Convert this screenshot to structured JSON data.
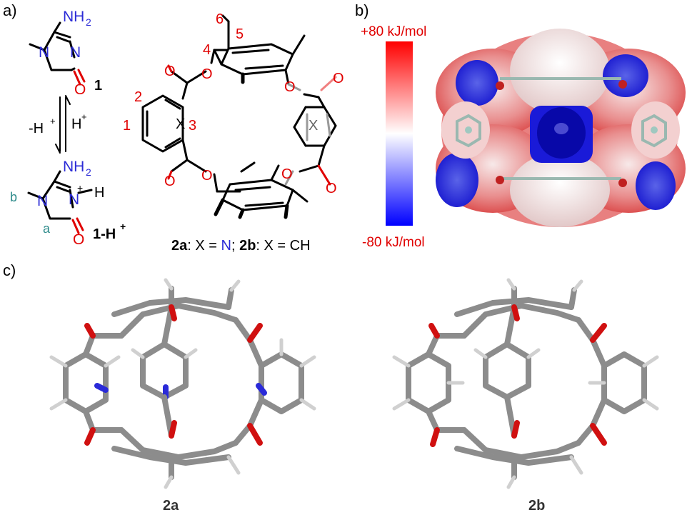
{
  "panels": {
    "a": "a)",
    "b": "b)",
    "c": "c)"
  },
  "scheme": {
    "nh2": "NH",
    "nh2_sub": "2",
    "n1": "N",
    "n2": "N",
    "o": "O",
    "cmpd1": "1",
    "minus_h": "-H",
    "plus_h": "H",
    "plus_sup": "+",
    "n3": "N",
    "n4": "N",
    "h": "H",
    "o2": "O",
    "lab_b": "b",
    "lab_a": "a",
    "cmpd1h": "1-H",
    "cmpd1h_sup": "+"
  },
  "macrocycle": {
    "numbers": [
      "1",
      "2",
      "3",
      "4",
      "5",
      "6"
    ],
    "o_labels": [
      "O",
      "O",
      "O",
      "O",
      "O",
      "O",
      "O",
      "O"
    ],
    "x_label": "X",
    "caption_2a": "2a",
    "caption_mid1": ": X = ",
    "caption_n": "N",
    "caption_sep": "; ",
    "caption_2b": "2b",
    "caption_mid2": ": X = CH"
  },
  "esp": {
    "max_label": "+80 kJ/mol",
    "min_label": "-80 kJ/mol",
    "colors": {
      "positive": "#ff0000",
      "neutral": "#ffffff",
      "negative": "#0000ff"
    }
  },
  "structures": {
    "left_label": "2a",
    "right_label": "2b",
    "atom_colors": {
      "carbon": "#8c8c8c",
      "hydrogen": "#d0d0d0",
      "oxygen": "#d01010",
      "nitrogen": "#2a2ad8"
    }
  }
}
